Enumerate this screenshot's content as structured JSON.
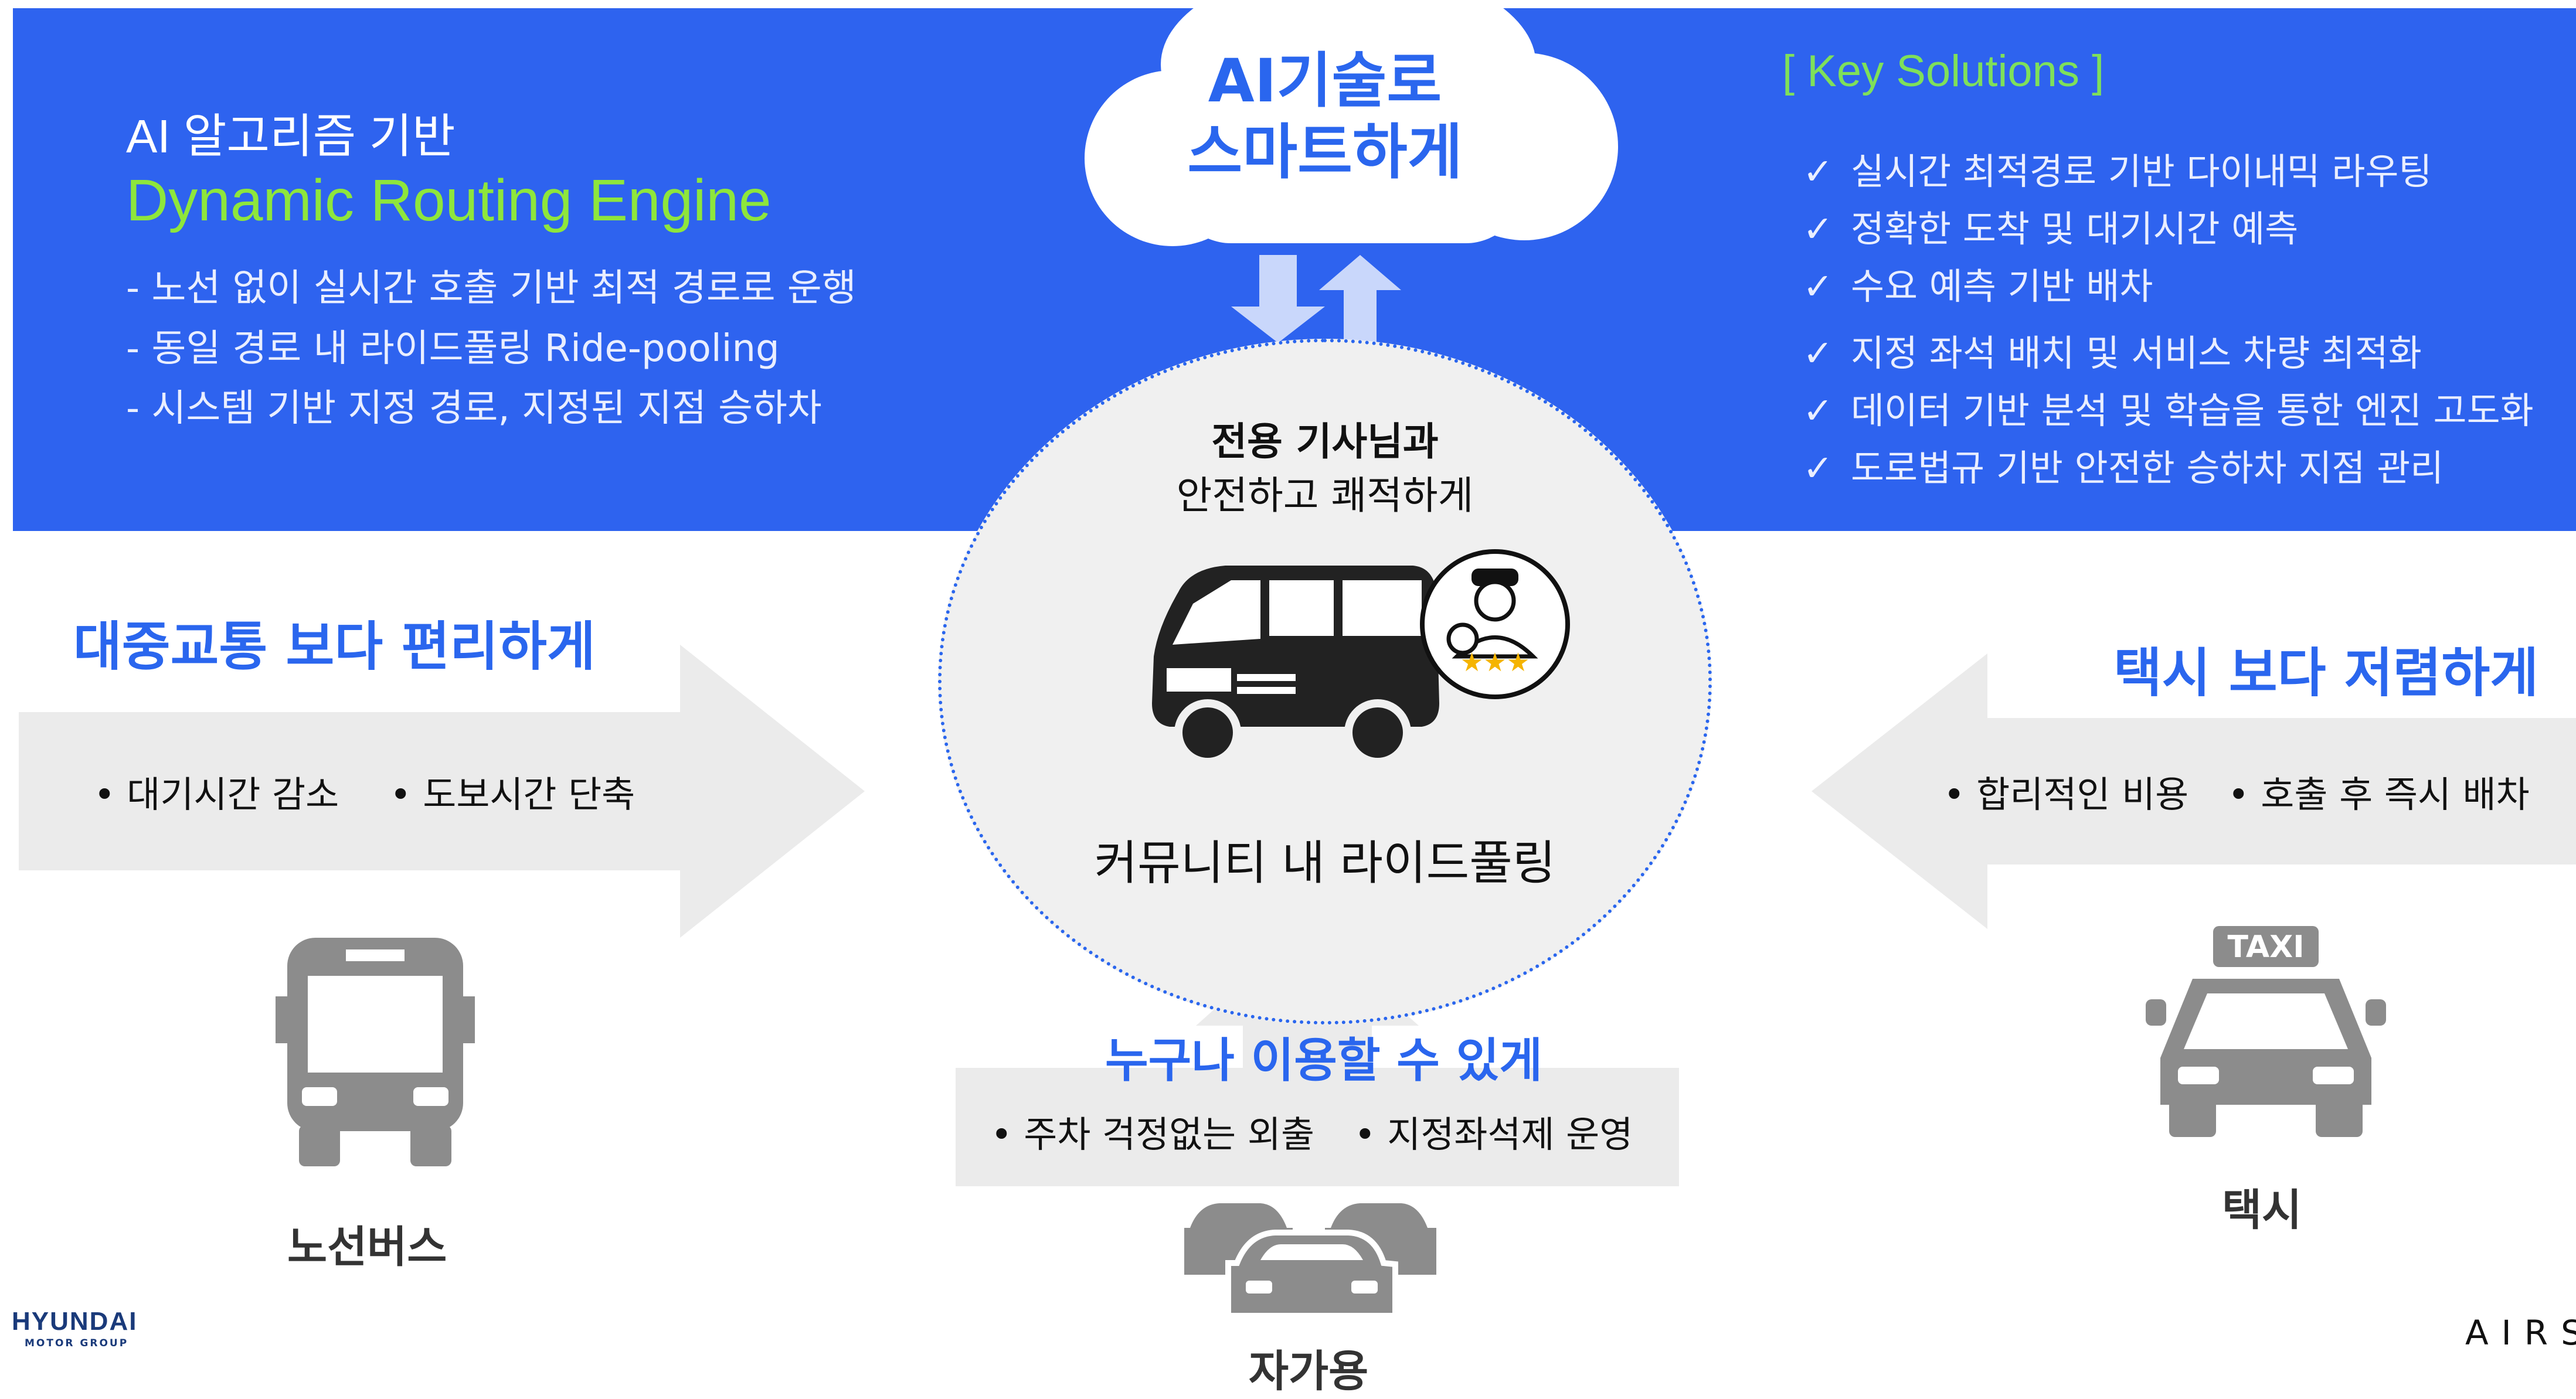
{
  "colors": {
    "banner": "#2e63ef",
    "accent_blue": "#2a66ee",
    "green": "#8ee63c",
    "arrow_gray": "#ebebeb",
    "icon_gray": "#8c8c8c"
  },
  "engine": {
    "pre": "AI 알고리즘 기반",
    "title": "Dynamic Routing Engine",
    "bullets": [
      "- 노선 없이 실시간 호출 기반 최적 경로로 운행",
      "- 동일 경로 내 라이드풀링 Ride-pooling",
      "- 시스템 기반 지정 경로, 지정된 지점 승하차"
    ]
  },
  "cloud": {
    "line1": "AI기술로",
    "line2": "스마트하게"
  },
  "key_solutions": {
    "title": "[ Key Solutions ]",
    "check": "✓",
    "items": [
      "실시간 최적경로 기반 다이내믹 라우팅",
      "정확한 도착 및 대기시간 예측",
      "수요 예측 기반 배차",
      "지정 좌석 배치 및 서비스 차량 최적화",
      "데이터 기반 분석 및 학습을 통한 엔진 고도화",
      "도로법규 기반 안전한 승하차 지점 관리"
    ]
  },
  "center": {
    "head": "전용 기사님과",
    "sub": "안전하고 쾌적하게",
    "foot": "커뮤니티 내 라이드풀링",
    "van_icon": "van-icon",
    "driver_icon": "driver-badge-icon"
  },
  "left": {
    "title": "대중교통 보다 편리하게",
    "bullets": [
      "• 대기시간 감소",
      "• 도보시간 단축"
    ],
    "vehicle_label": "노선버스",
    "icon": "bus-icon"
  },
  "right": {
    "title": "택시 보다 저렴하게",
    "bullets": [
      "• 합리적인 비용",
      "• 호출 후 즉시 배차"
    ],
    "vehicle_label": "택시",
    "icon": "taxi-icon",
    "taxi_sign": "TAXI"
  },
  "bottom": {
    "title": "누구나 이용할 수 있게",
    "bullets": [
      "• 주차 걱정없는 외출",
      "• 지정좌석제 운영"
    ],
    "vehicle_label": "자가용",
    "icon": "cars-icon"
  },
  "footer": {
    "brand": "HYUNDAI",
    "brand_sub": "MOTOR GROUP",
    "right": "AIRS"
  }
}
